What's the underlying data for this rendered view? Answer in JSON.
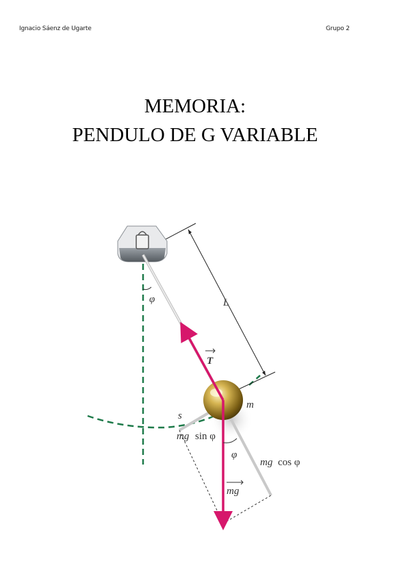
{
  "header": {
    "author": "Ignacio Sáenz de Ugarte",
    "group": "Grupo 2"
  },
  "title": {
    "line1": "MEMORIA:",
    "line2": "PENDULO DE G VARIABLE"
  },
  "diagram": {
    "labels": {
      "phi_top": "φ",
      "length": "L",
      "tension": "T",
      "arc": "s",
      "mass": "m",
      "mg_sin": "mg",
      "sin_word": "sin φ",
      "phi_bottom": "φ",
      "mg_cos": "mg",
      "cos_word": "cos φ",
      "weight": "mg"
    },
    "colors": {
      "vector": "#d6176b",
      "reference": "#1e7a4a",
      "rod": "#c9c9c9",
      "bob": "#a8892c"
    }
  }
}
